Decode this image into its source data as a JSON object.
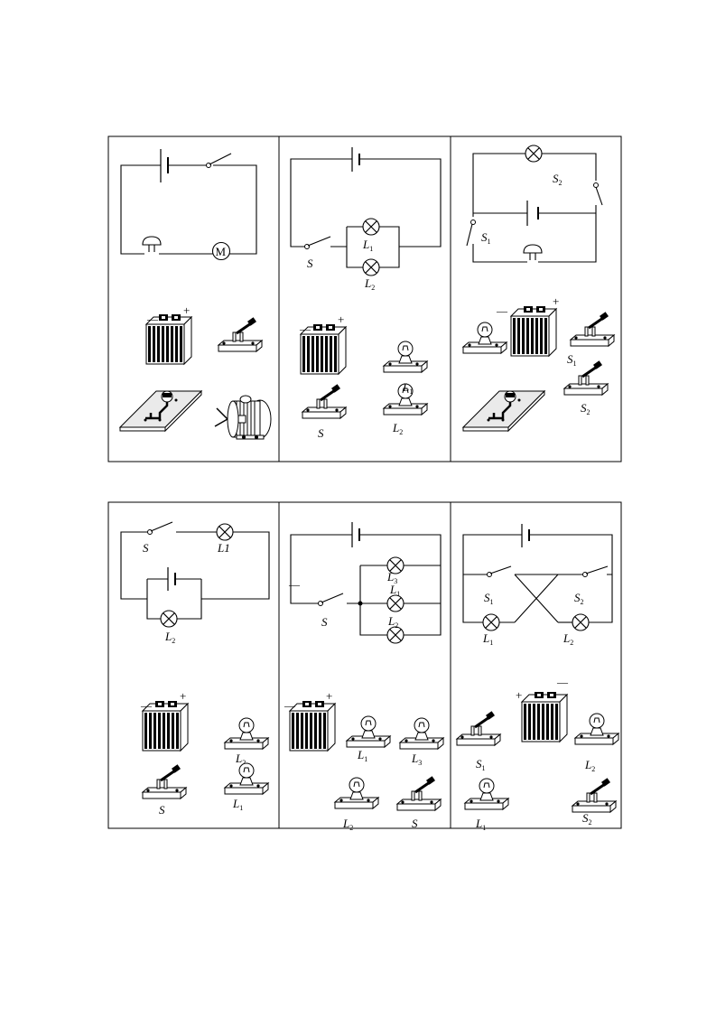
{
  "colors": {
    "ink": "#000000",
    "paper": "#ffffff",
    "board": "#e8e8e8"
  },
  "labels": {
    "S": "S",
    "S1": "S",
    "S2": "S",
    "L1": "L",
    "L2": "L",
    "L3": "L",
    "L1_plain": "L1",
    "sub1": "1",
    "sub2": "2",
    "sub3": "3",
    "M": "M",
    "plus": "+",
    "minus": "—"
  },
  "panels": [
    {
      "id": "p1",
      "components": [
        "battery",
        "switch",
        "motor",
        "buzzer"
      ]
    },
    {
      "id": "p2",
      "components": [
        "battery",
        "switch S",
        "lamp L1",
        "lamp L2"
      ]
    },
    {
      "id": "p3",
      "components": [
        "battery",
        "lamp",
        "buzzer",
        "switch S1",
        "switch S2"
      ]
    },
    {
      "id": "p4",
      "components": [
        "battery",
        "switch S",
        "lamp L1",
        "lamp L2"
      ]
    },
    {
      "id": "p5",
      "components": [
        "battery",
        "switch S",
        "lamp L1",
        "lamp L2",
        "lamp L3"
      ]
    },
    {
      "id": "p6",
      "components": [
        "battery",
        "switch S1",
        "switch S2",
        "lamp L1",
        "lamp L2"
      ]
    }
  ]
}
